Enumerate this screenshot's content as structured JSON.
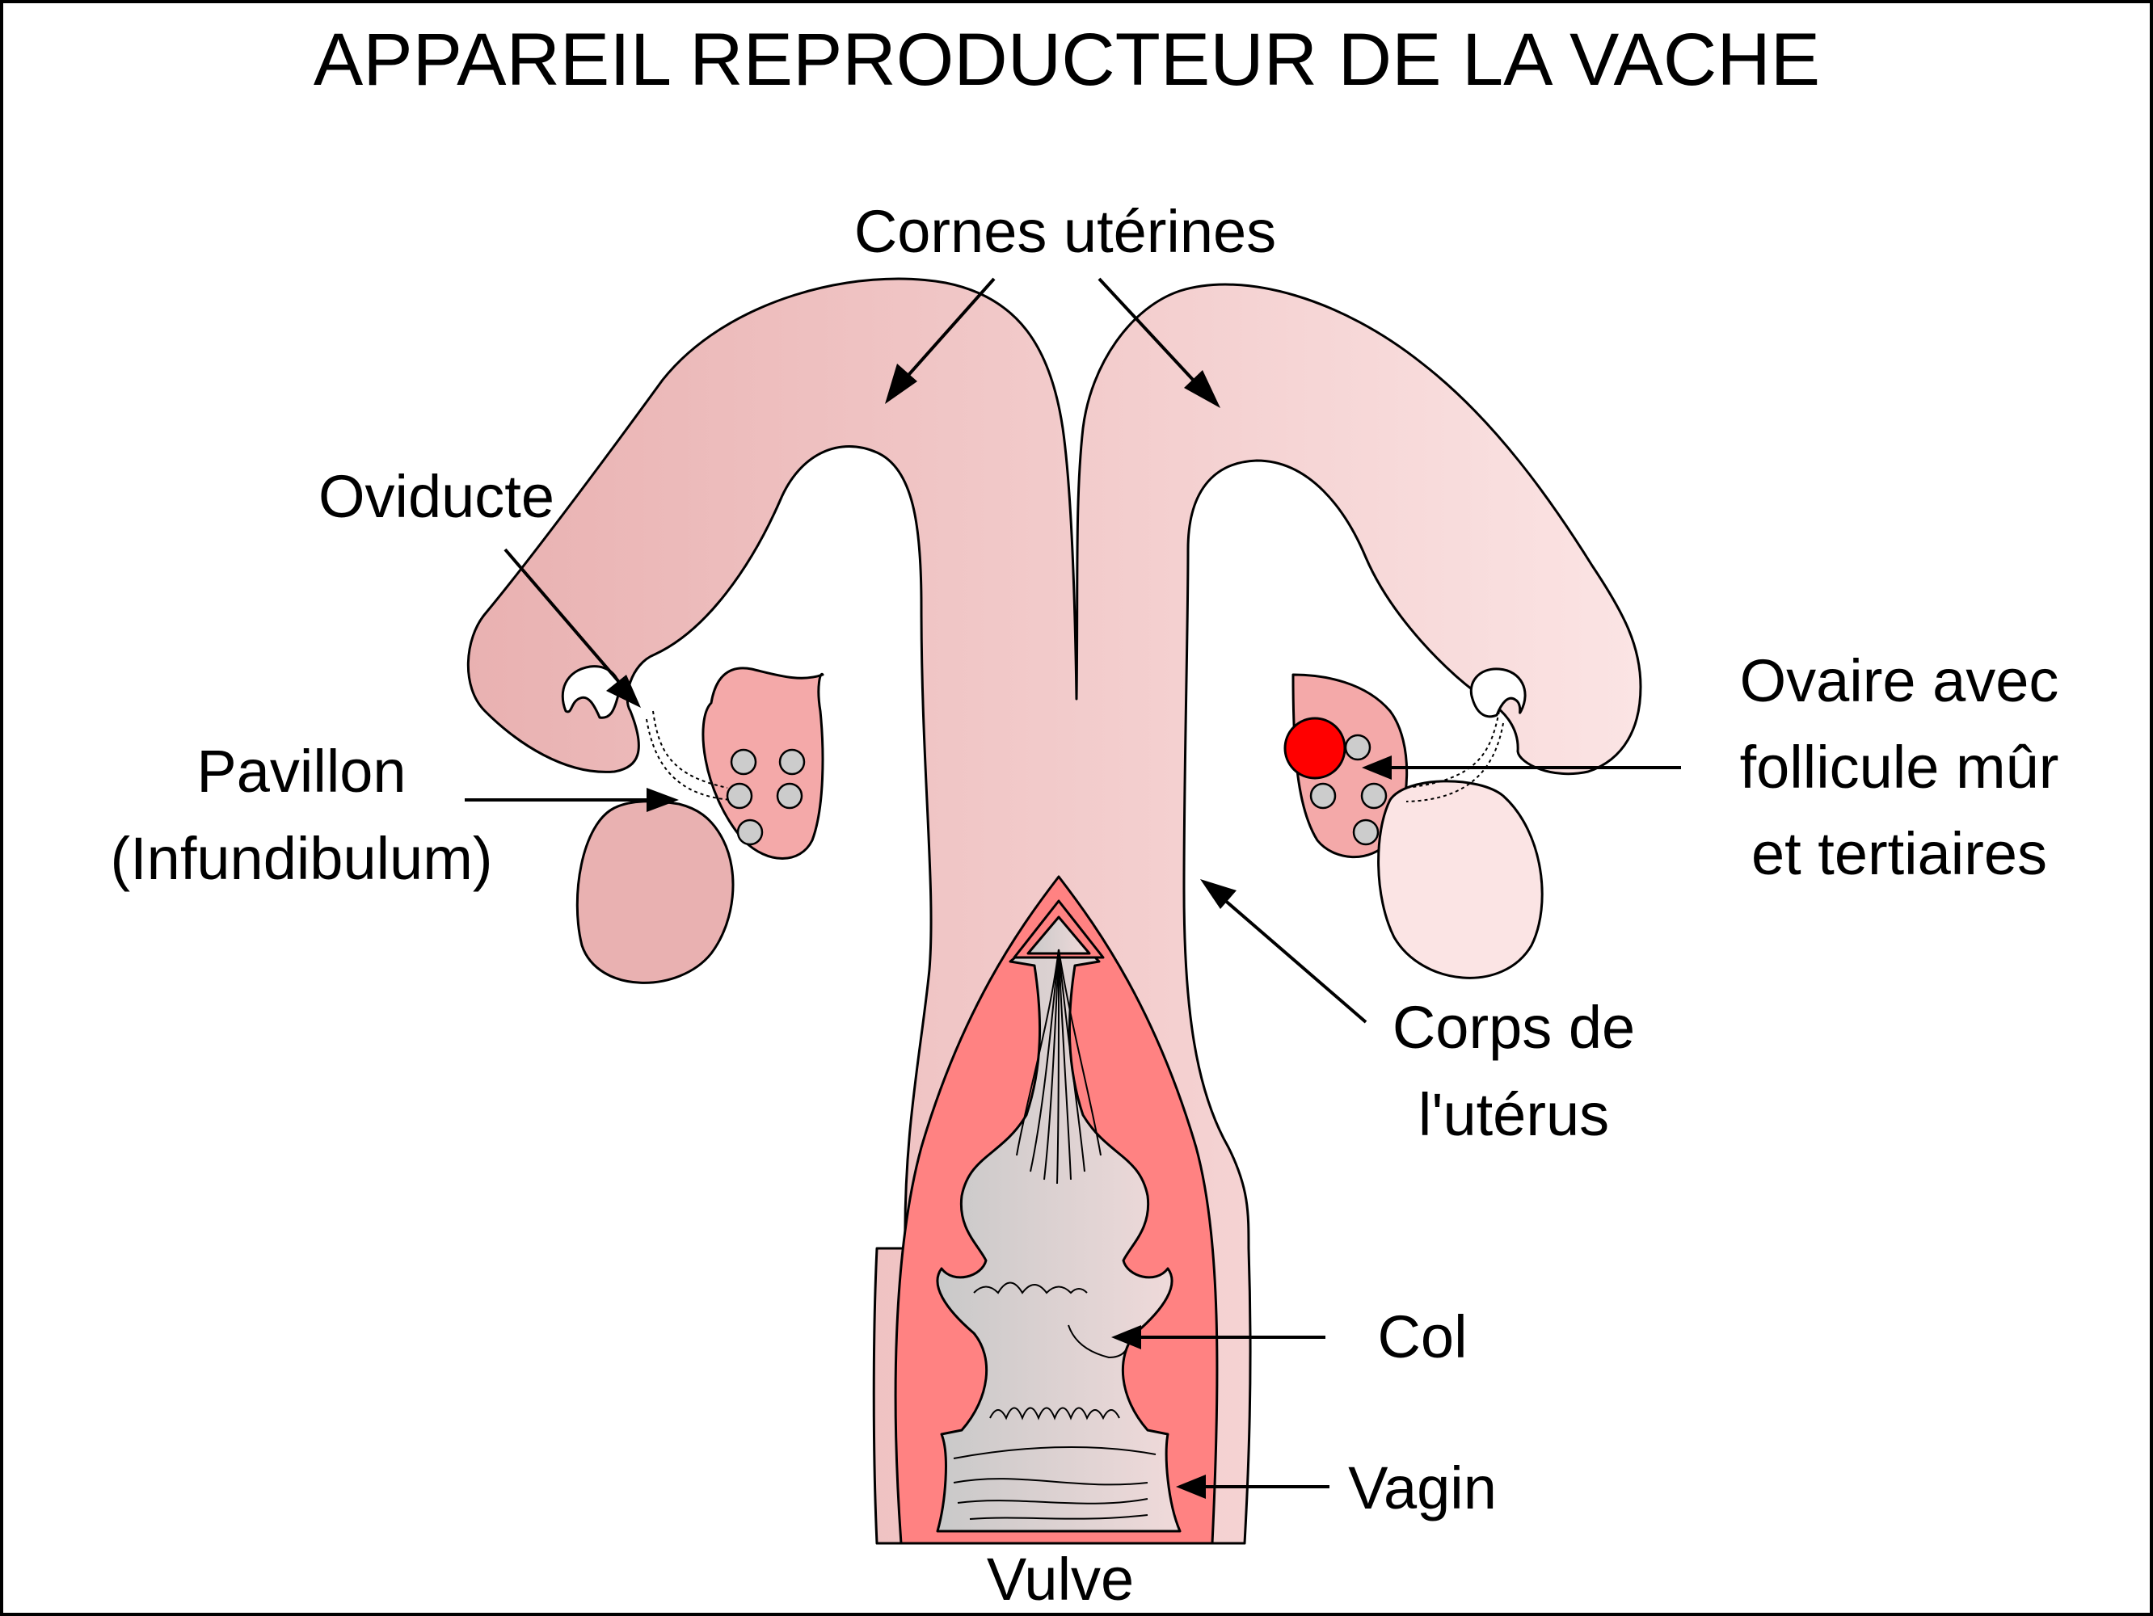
{
  "title": "APPAREIL REPRODUCTEUR DE LA VACHE",
  "labels": {
    "cornes": "Cornes utérines",
    "oviducte": "Oviducte",
    "pavillon_1": "Pavillon",
    "pavillon_2": "(Infundibulum)",
    "ovaire_1": "Ovaire avec",
    "ovaire_2": "follicule mûr",
    "ovaire_3": "et tertiaires",
    "corps_1": "Corps de",
    "corps_2": "l'utérus",
    "col": "Col",
    "vagin": "Vagin",
    "vulve": "Vulve"
  },
  "colors": {
    "uterus_left": "#e9b1b1",
    "uterus_right": "#fbe4e4",
    "ovary": "#f4a9a9",
    "cervix_wall": "#ff8282",
    "lumen_left": "#c9c9c9",
    "lumen_right": "#f0dada",
    "follicle": "#cccccc",
    "mature_follicle": "#ff0000"
  }
}
